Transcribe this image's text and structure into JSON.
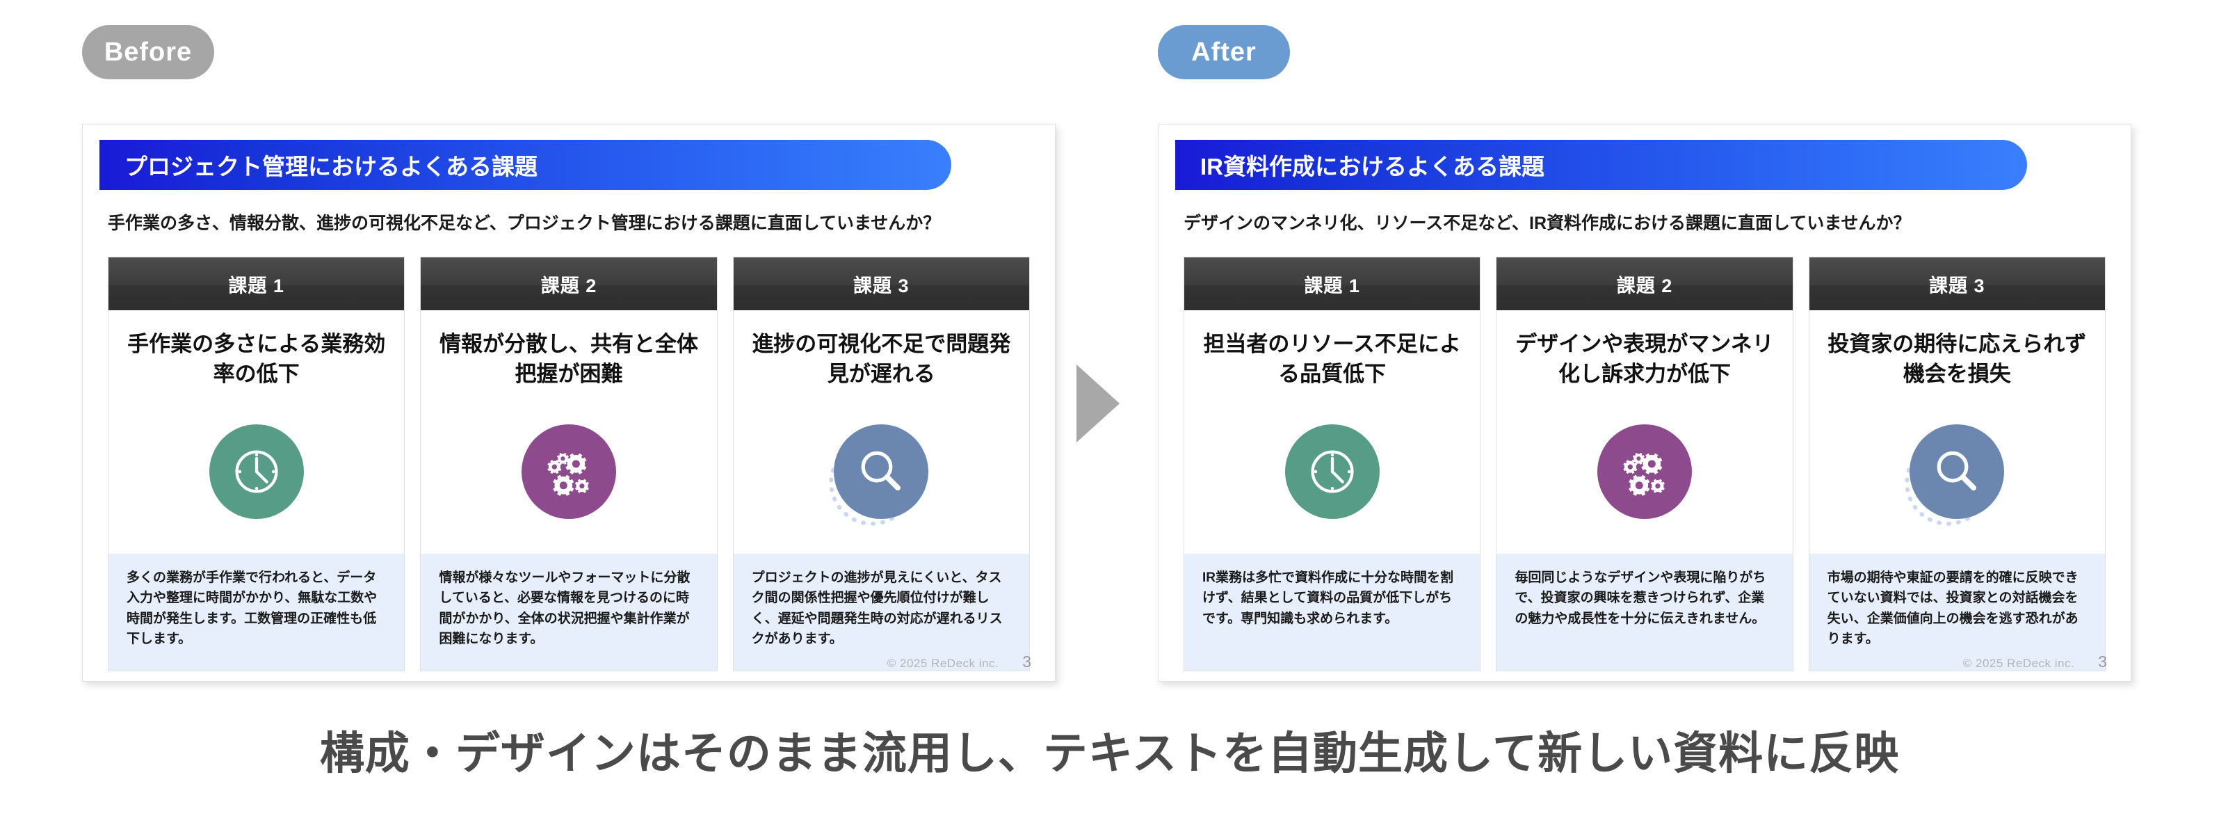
{
  "badges": {
    "before": "Before",
    "after": "After"
  },
  "colors": {
    "badge_before_bg": "#a6a6a6",
    "badge_after_bg": "#6a9bd1",
    "header_gradient_start": "#1a1ad6",
    "header_gradient_end": "#3a7ffc",
    "card_head_bg": "#3d3d3d",
    "note_bg": "#e8effc",
    "icon_clock": "#569c87",
    "icon_gears": "#8d4b8d",
    "icon_search": "#6b87b0",
    "arrow": "#a8a8a8",
    "caption_text": "#4a4a4a"
  },
  "arrow_icon": "triangle-right-icon",
  "caption": "構成・デザインはそのまま流用し、テキストを自動生成して新しい資料に反映",
  "slides": [
    {
      "header_title": "プロジェクト管理におけるよくある課題",
      "subtitle": "手作業の多さ、情報分散、進捗の可視化不足など、プロジェクト管理における課題に直面していませんか？",
      "cards": [
        {
          "head": "課題 1",
          "title": "手作業の多さによる業務効率の低下",
          "icon": "clock-icon",
          "icon_color": "#569c87",
          "note": "多くの業務が手作業で行われると、データ入力や整理に時間がかかり、無駄な工数や時間が発生します。工数管理の正確性も低下します。"
        },
        {
          "head": "課題 2",
          "title": "情報が分散し、共有と全体把握が困難",
          "icon": "gears-icon",
          "icon_color": "#8d4b8d",
          "note": "情報が様々なツールやフォーマットに分散していると、必要な情報を見つけるのに時間がかかり、全体の状況把握や集計作業が困難になります。"
        },
        {
          "head": "課題 3",
          "title": "進捗の可視化不足で問題発見が遅れる",
          "icon": "magnifier-icon",
          "icon_color": "#6b87b0",
          "note": "プロジェクトの進捗が見えにくいと、タスク間の関係性把握や優先順位付けが難しく、遅延や問題発生時の対応が遅れるリスクがあります。"
        }
      ],
      "copyright": "© 2025 ReDeck inc.",
      "page": "3"
    },
    {
      "header_title": "IR資料作成におけるよくある課題",
      "subtitle": "デザインのマンネリ化、リソース不足など、IR資料作成における課題に直面していませんか？",
      "cards": [
        {
          "head": "課題 1",
          "title": "担当者のリソース不足による品質低下",
          "icon": "clock-icon",
          "icon_color": "#569c87",
          "note": "IR業務は多忙で資料作成に十分な時間を割けず、結果として資料の品質が低下しがちです。専門知識も求められます。"
        },
        {
          "head": "課題 2",
          "title": "デザインや表現がマンネリ化し訴求力が低下",
          "icon": "gears-icon",
          "icon_color": "#8d4b8d",
          "note": "毎回同じようなデザインや表現に陥りがちで、投資家の興味を惹きつけられず、企業の魅力や成長性を十分に伝えきれません。"
        },
        {
          "head": "課題 3",
          "title": "投資家の期待に応えられず機会を損失",
          "icon": "magnifier-icon",
          "icon_color": "#6b87b0",
          "note": "市場の期待や東証の要請を的確に反映できていない資料では、投資家との対話機会を失い、企業価値向上の機会を逃す恐れがあります。"
        }
      ],
      "copyright": "© 2025 ReDeck inc.",
      "page": "3"
    }
  ]
}
